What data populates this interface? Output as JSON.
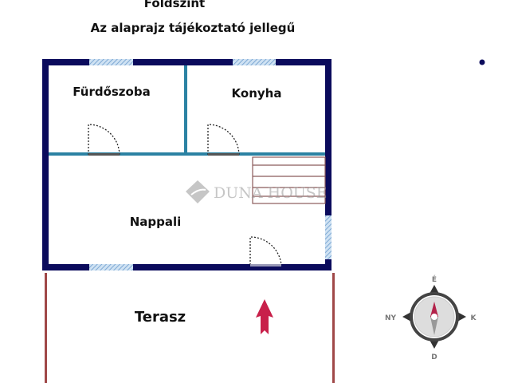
{
  "header": {
    "title": "Földszint",
    "subtitle": "Az alaprajz tájékoztató jellegű"
  },
  "rooms": [
    {
      "label": "Fürdőszoba"
    },
    {
      "label": "Konyha"
    },
    {
      "label": "Nappali"
    },
    {
      "label": "Terasz"
    }
  ],
  "watermark": {
    "text": "DUNA HOUSE"
  },
  "compass": {
    "north": "É",
    "east": "K",
    "south": "D",
    "west": "NY"
  },
  "colors": {
    "outer_wall": "#0b0b5c",
    "inner_wall": "#2b82a3",
    "window": "#a9c9e6",
    "terrace": "#a04848",
    "stairs": "#8b5a5a",
    "arrow": "#c8204a"
  }
}
